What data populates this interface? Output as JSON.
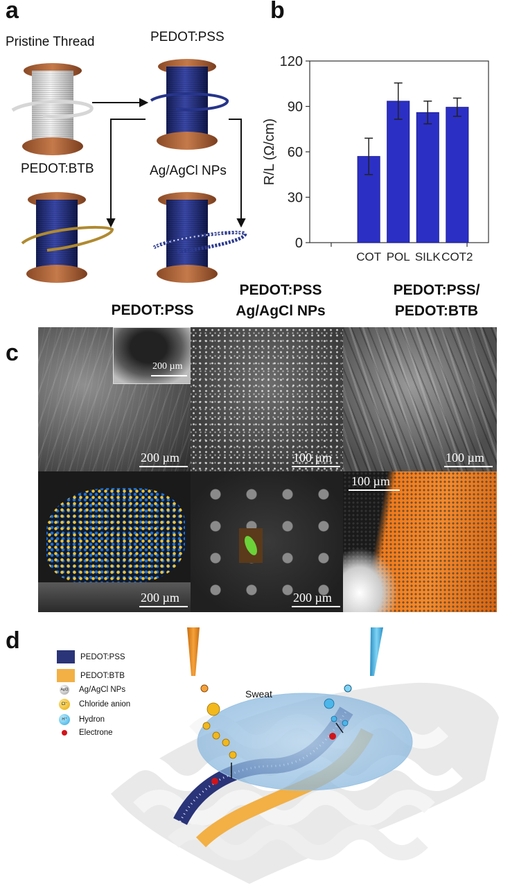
{
  "panels": {
    "a": {
      "letter": "a",
      "labels": {
        "pristine": "Pristine Thread",
        "pedot_pss": "PEDOT:PSS",
        "pedot_btb": "PEDOT:BTB",
        "ag_agcl": "Ag/AgCl NPs"
      },
      "colors": {
        "wood": "#b3683c",
        "pristine_thread": "#e8e8e8",
        "pss_thread": "#2a3690",
        "btb_wire": "#b08a30"
      }
    },
    "b": {
      "letter": "b"
    },
    "c": {
      "letter": "c",
      "column_titles": [
        "PEDOT:PSS",
        "PEDOT:PSS\nAg/AgCl NPs",
        "PEDOT:PSS/\nPEDOT:BTB"
      ],
      "scalebars": {
        "top": [
          "200 µm",
          "100 µm",
          "100 µm"
        ],
        "inset": "200 µm",
        "bottom": [
          "200 µm",
          "200 µm",
          "100 µm"
        ]
      },
      "colors": {
        "map_orange": "#f07a1a",
        "map_blue": "#1f6fd0",
        "map_yellow": "#f2c230"
      }
    },
    "d": {
      "letter": "d",
      "legend": [
        {
          "label": "PEDOT:PSS",
          "icon": "navy-square",
          "color": "#2a3478"
        },
        {
          "label": "PEDOT:BTB",
          "icon": "orange-square",
          "color": "#f2b045"
        },
        {
          "label": "Ag/AgCl NPs",
          "icon": "agcl-sphere-icon",
          "symbol": "AgCl"
        },
        {
          "label": "Chloride anion",
          "icon": "chloride-icon",
          "symbol": "Cl⁻"
        },
        {
          "label": "Hydron",
          "icon": "hydron-icon",
          "symbol": "H⁺"
        },
        {
          "label": "Electrone",
          "icon": "electron-dot",
          "color": "#d0141a"
        }
      ],
      "sweat_label": "Sweat"
    }
  },
  "chart_data": {
    "type": "bar",
    "categories": [
      "COT",
      "POL",
      "SILK",
      "COT2"
    ],
    "values": [
      57,
      93.5,
      86,
      89.5
    ],
    "errors": [
      12,
      12,
      7.5,
      6
    ],
    "ylabel": "R/L (Ω/cm)",
    "xlabel": "",
    "ylim": [
      0,
      120
    ],
    "yticks": [
      0,
      30,
      60,
      90,
      120
    ],
    "bar_color": "#2b2fc4",
    "grid": false
  }
}
